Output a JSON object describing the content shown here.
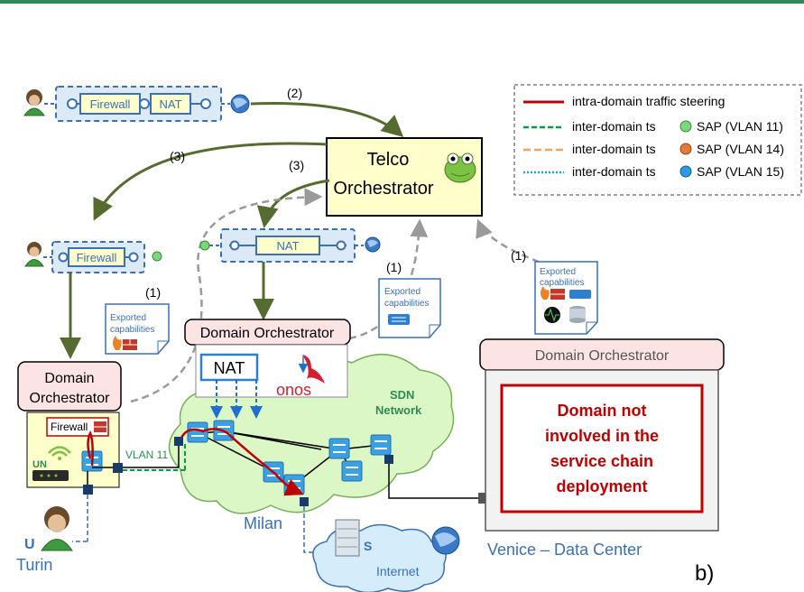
{
  "colors": {
    "top_bar": "#2E8B57",
    "arrow_green": "#556B2F",
    "steer_red": "#C00000",
    "ts_green": "#00A040",
    "ts_orange": "#F4A460",
    "ts_blue": "#1E9FE0",
    "sap_green": "#7CD67C",
    "sap_orange": "#E07B39",
    "sap_blue": "#2E9BE0",
    "orch_fill": "#FFFFCC",
    "domain_fill": "#FCE4E4",
    "cloud_fill": "#DCF7C6",
    "internet_fill": "#D5ECFA",
    "accent_blue": "#3B6FB6"
  },
  "legend": {
    "rows": [
      {
        "text": "intra-domain traffic steering",
        "sap": ""
      },
      {
        "text": "inter-domain ts",
        "sap": "SAP (VLAN 11)"
      },
      {
        "text": "inter-domain ts",
        "sap": "SAP (VLAN 14)"
      },
      {
        "text": "inter-domain ts",
        "sap": "SAP (VLAN 15)"
      }
    ]
  },
  "telco": {
    "line1": "Telco",
    "line2": "Orchestrator",
    "icon": "frog-icon"
  },
  "service_chain": {
    "vnf1": "Firewall",
    "vnf2": "NAT"
  },
  "labels": {
    "step1": "(1)",
    "step2": "(2)",
    "step3": "(3)"
  },
  "sub_chains": {
    "turin_vnf": "Firewall",
    "milan_vnf": "NAT"
  },
  "exported": {
    "line1": "Exported",
    "line2": "capabilities"
  },
  "turin": {
    "orch_line1": "Domain",
    "orch_line2": "Orchestrator",
    "firewall": "Firewall",
    "un": "UN",
    "vlan": "VLAN 11",
    "user": "U",
    "city": "Turin"
  },
  "milan": {
    "orch": "Domain Orchestrator",
    "nat": "NAT",
    "onos": "onos",
    "sdn1": "SDN",
    "sdn2": "Network",
    "city": "Milan"
  },
  "internet": {
    "server": "S",
    "label": "Internet"
  },
  "venice": {
    "orch": "Domain Orchestrator",
    "msg1": "Domain not",
    "msg2": "involved in the",
    "msg3": "service chain",
    "msg4": "deployment",
    "city": "Venice – Data Center"
  },
  "figure_label": "b)"
}
